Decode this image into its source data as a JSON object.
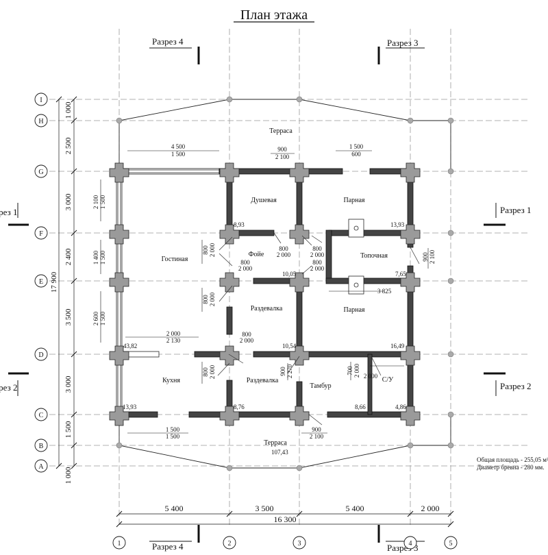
{
  "title": "План этажа",
  "sections": {
    "s1": "Разрез 1",
    "s2": "Разрез 2",
    "s3": "Разрез 3",
    "s4": "Разрез 4"
  },
  "axes": {
    "cols": [
      "1",
      "2",
      "3",
      "4",
      "5"
    ],
    "rows": [
      "I",
      "H",
      "G",
      "F",
      "E",
      "D",
      "C",
      "B",
      "A"
    ]
  },
  "rooms": {
    "terrace_top": "Терраса",
    "shower": "Душевая",
    "steam_top": "Парная",
    "living": "Гостиная",
    "foyer": "Фойе",
    "furnace": "Топочная",
    "dressing_top": "Раздевалка",
    "steam_mid": "Парная",
    "kitchen": "Кухня",
    "dressing_bottom": "Раздевалка",
    "vestibule": "Тамбур",
    "wc": "С/У",
    "terrace_bottom": "Терраса"
  },
  "areas": {
    "shower": "8,93",
    "steam_top": "13,93",
    "foyer": "10,05",
    "furnace": "7,65",
    "living": "43,82",
    "dressing_top": "10,54",
    "steam_mid": "16,49",
    "kitchen": "13,93",
    "dressing_bottom": "8,76",
    "vestibule": "8,66",
    "wc": "4,86",
    "terrace_bottom": "107,43"
  },
  "dims_bottom": {
    "d12": "5 400",
    "d23": "3 500",
    "d34": "5 400",
    "d45": "2 000",
    "total": "16 300"
  },
  "dims_left": {
    "ih": "1 000",
    "hg": "2 500",
    "gf": "3 000",
    "fe": "2 400",
    "ed": "3 500",
    "dc": "3 000",
    "cb": "1 500",
    "ba": "1 000",
    "total": "17 900"
  },
  "openings": {
    "w_top_a": "4 500",
    "w_top_b": "1 500",
    "door_top_a": "900",
    "door_top_b": "2 100",
    "w_top2_a": "1 500",
    "w_top2_b": "600",
    "w_l1_a": "2 100",
    "w_l1_b": "1 500",
    "w_l2_a": "1 400",
    "w_l2_b": "1 500",
    "w_l3_a": "2 600",
    "w_l3_b": "1 500",
    "dl_a": "800",
    "dl_b": "2 000",
    "df_a": "800",
    "df_b": "2 000",
    "dfs_a": "800",
    "dfs_b": "2 000",
    "dt1_a": "800",
    "dt1_b": "2 000",
    "dt2_a": "800",
    "dt2_b": "2 000",
    "dr_a": "900",
    "dr_b": "2 100",
    "dd_a": "800",
    "dd_b": "2 000",
    "wk_a": "2 000",
    "wk_b": "2 130",
    "dgd_a": "800",
    "dgd_b": "2 000",
    "dk_a": "800",
    "dk_b": "2 000",
    "dv_a": "900",
    "dv_b": "2 270",
    "dwc_a": "700",
    "dwc_b": "2 000",
    "wwc": "2 000",
    "wkb_a": "1 500",
    "wkb_b": "1 500",
    "dvb_a": "900",
    "dvb_b": "2 100"
  },
  "notes": {
    "area": "Общая площадь - 255,05 м².",
    "log": "Диаметр бревна - 280 мм."
  }
}
